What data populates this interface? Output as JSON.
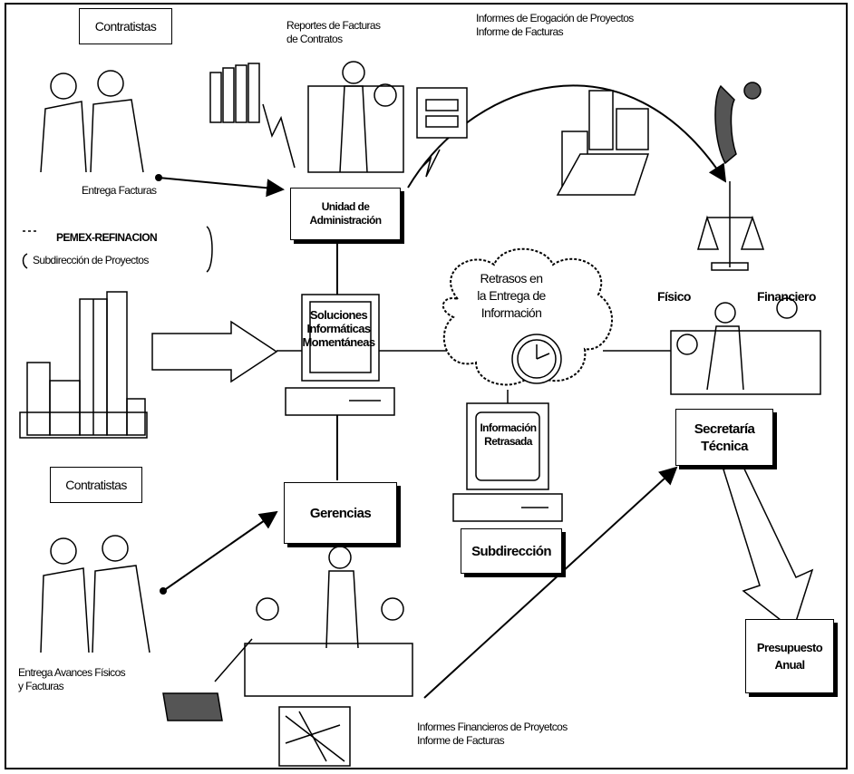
{
  "contractors_top": "Contratistas",
  "invoice_reports": "Reportes de Facturas\nde Contratos",
  "expense_reports": "Informes de Erogación de Proyectos\nInforme de Facturas",
  "deliver_invoices": "Entrega Facturas",
  "admin_unit": "Unidad de\nAdministración",
  "pemex_title": "PEMEX-REFINACION",
  "pemex_subtitle": "Subdirección de Proyectos",
  "momentary_solutions": "Soluciones\nInformáticas\nMomentáneas",
  "delays_cloud": "Retrasos en\nla Entrega de\nInformación",
  "physical_label": "Físico",
  "financial_label": "Financiero",
  "delayed_info": "Información\nRetrasada",
  "technical_secretariat": "Secretaría\nTécnica",
  "contractors_bottom": "Contratistas",
  "managements": "Gerencias",
  "subdirection": "Subdirección",
  "deliver_progress": "Entrega Avances Físicos\ny Facturas",
  "annual_budget": "Presupuesto\nAnual",
  "financial_reports": "Informes Financieros de Proyetcos\nInforme de Facturas",
  "colors": {
    "ink": "#000000",
    "paper": "#ffffff",
    "shade": "#555555"
  }
}
